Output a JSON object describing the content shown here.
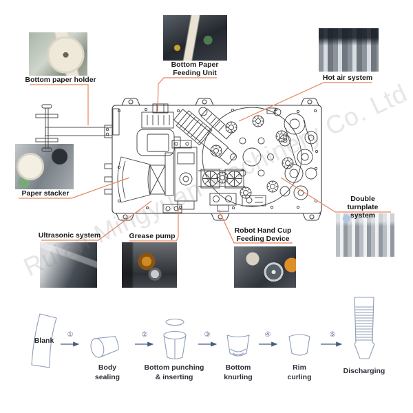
{
  "watermark_text": "Ruian Mingyuan Machinery Co. Ltd",
  "colors": {
    "leader_line": "#e8835c",
    "machine_stroke": "#3d3d3d",
    "flow_shape_stroke": "#8d9cb8",
    "flow_arrow": "#4a5a82",
    "callout_text": "#1b1b1b"
  },
  "callouts": [
    {
      "id": "bottom-paper-holder",
      "label": "Bottom paper holder"
    },
    {
      "id": "bottom-paper-feeding-unit",
      "label": "Bottom Paper\nFeeding Unit"
    },
    {
      "id": "hot-air-system",
      "label": "Hot air system"
    },
    {
      "id": "paper-stacker",
      "label": "Paper stacker"
    },
    {
      "id": "double-turnplate-system",
      "label": "Double turnplate\nsystem"
    },
    {
      "id": "ultrasonic-system",
      "label": "Ultrasonic system"
    },
    {
      "id": "grease-pump",
      "label": "Grease pump"
    },
    {
      "id": "robot-hand-cup-feeding-device",
      "label": "Robot Hand Cup\nFeeding Device"
    }
  ],
  "process_flow": {
    "start_label": "Blank",
    "steps": [
      {
        "num": "①",
        "label": "Body\nsealing"
      },
      {
        "num": "②",
        "label": "Bottom punching\n& inserting"
      },
      {
        "num": "③",
        "label": "Bottom\nknurling"
      },
      {
        "num": "④",
        "label": "Rim\ncurling"
      },
      {
        "num": "⑤",
        "label": "Discharging"
      }
    ]
  }
}
